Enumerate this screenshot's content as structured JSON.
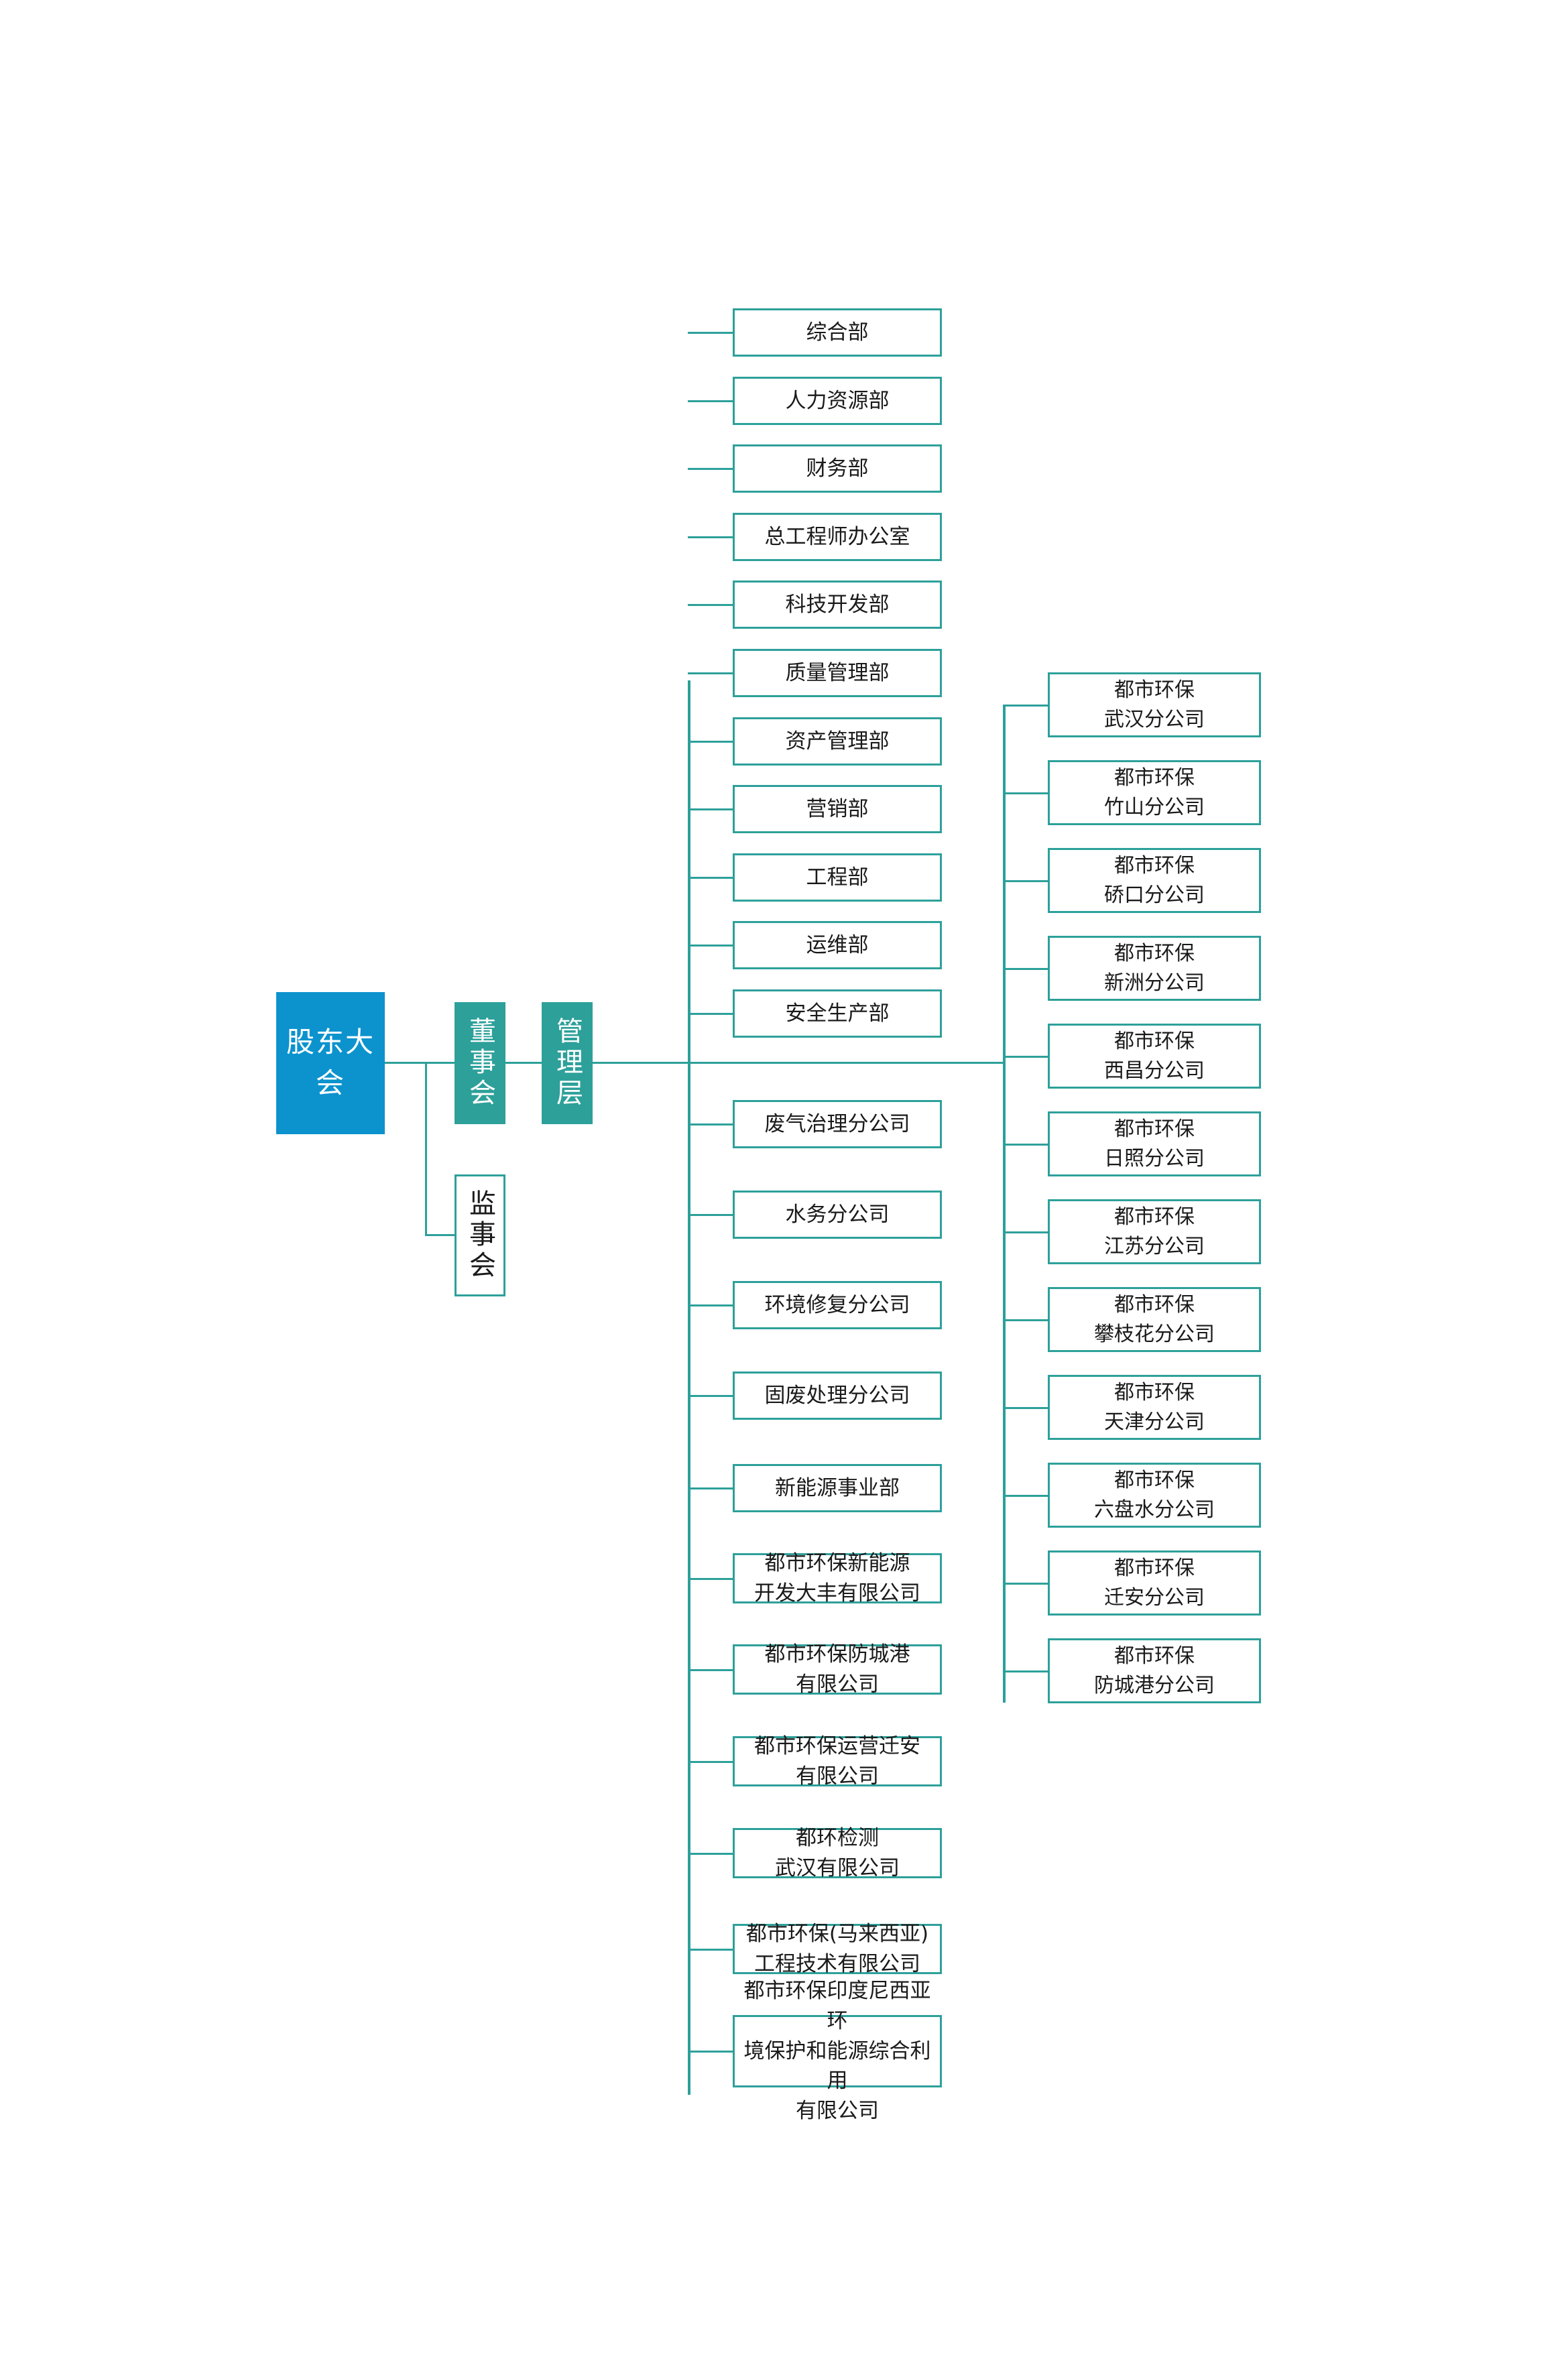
{
  "chart_data": {
    "type": "diagram",
    "title": "",
    "subtype": "organization-chart",
    "orientation": "left-to-right",
    "colors": {
      "primary_blue": "#0C93CE",
      "primary_teal": "#2DA09A",
      "line": "#2DA09A",
      "box_fill": "#FFFFFF",
      "text_dark": "#1A1A1A",
      "text_light": "#FFFFFF"
    }
  },
  "governance": {
    "shareholders_meeting": "股东大会",
    "board_of_directors": "董事会",
    "management_layer": "管理层",
    "board_of_supervisors": "监事会"
  },
  "departments": {
    "label": "管理层下属部门与分公司",
    "items": [
      "综合部",
      "人力资源部",
      "财务部",
      "总工程师办公室",
      "科技开发部",
      "质量管理部",
      "资产管理部",
      "营销部",
      "工程部",
      "运维部",
      "安全生产部",
      "废气治理分公司",
      "水务分公司",
      "环境修复分公司",
      "固废处理分公司",
      "新能源事业部",
      "都市环保新能源\n开发大丰有限公司",
      "都市环保防城港\n有限公司",
      "都市环保运营迁安\n有限公司",
      "都环检测\n武汉有限公司",
      "都市环保(马来西亚)\n工程技术有限公司",
      "都市环保印度尼西亚环\n境保护和能源综合利用\n有限公司"
    ]
  },
  "branches": {
    "label": "都市环保各地分公司",
    "items": [
      "都市环保\n武汉分公司",
      "都市环保\n竹山分公司",
      "都市环保\n硚口分公司",
      "都市环保\n新洲分公司",
      "都市环保\n西昌分公司",
      "都市环保\n日照分公司",
      "都市环保\n江苏分公司",
      "都市环保\n攀枝花分公司",
      "都市环保\n天津分公司",
      "都市环保\n六盘水分公司",
      "都市环保\n迁安分公司",
      "都市环保\n防城港分公司"
    ]
  }
}
